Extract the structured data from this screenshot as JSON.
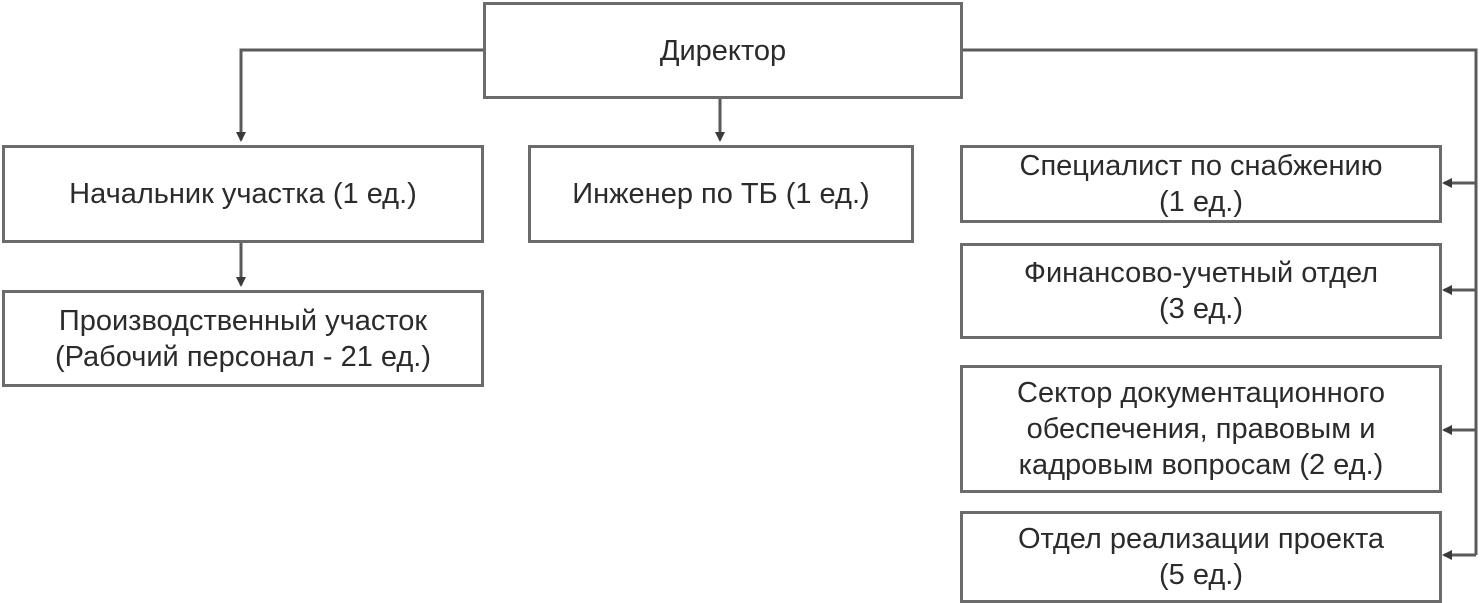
{
  "diagram": {
    "type": "org-chart",
    "root": {
      "id": "director",
      "label": "Директор"
    },
    "nodes": [
      {
        "id": "site-head",
        "lines": [
          "Начальник участка (1 ед.)"
        ],
        "parent": "director"
      },
      {
        "id": "production-site",
        "lines": [
          "Производственный участок",
          "(Рабочий персонал - 21 ед.)"
        ],
        "parent": "site-head"
      },
      {
        "id": "safety-engineer",
        "lines": [
          "Инженер по ТБ (1 ед.)"
        ],
        "parent": "director"
      },
      {
        "id": "supply-specialist",
        "lines": [
          "Специалист по снабжению",
          "(1 ед.)"
        ],
        "parent": "director"
      },
      {
        "id": "finance-dept",
        "lines": [
          "Финансово-учетный отдел",
          "(3 ед.)"
        ],
        "parent": "director"
      },
      {
        "id": "docs-sector",
        "lines": [
          "Сектор документационного",
          "обеспечения, правовым и",
          "кадровым вопросам (2 ед.)"
        ],
        "parent": "director"
      },
      {
        "id": "project-dept",
        "lines": [
          "Отдел реализации проекта",
          "(5 ед.)"
        ],
        "parent": "director"
      }
    ],
    "colors": {
      "line": "#555555",
      "border": "#6b6b6b",
      "text": "#2b2b2b"
    }
  }
}
